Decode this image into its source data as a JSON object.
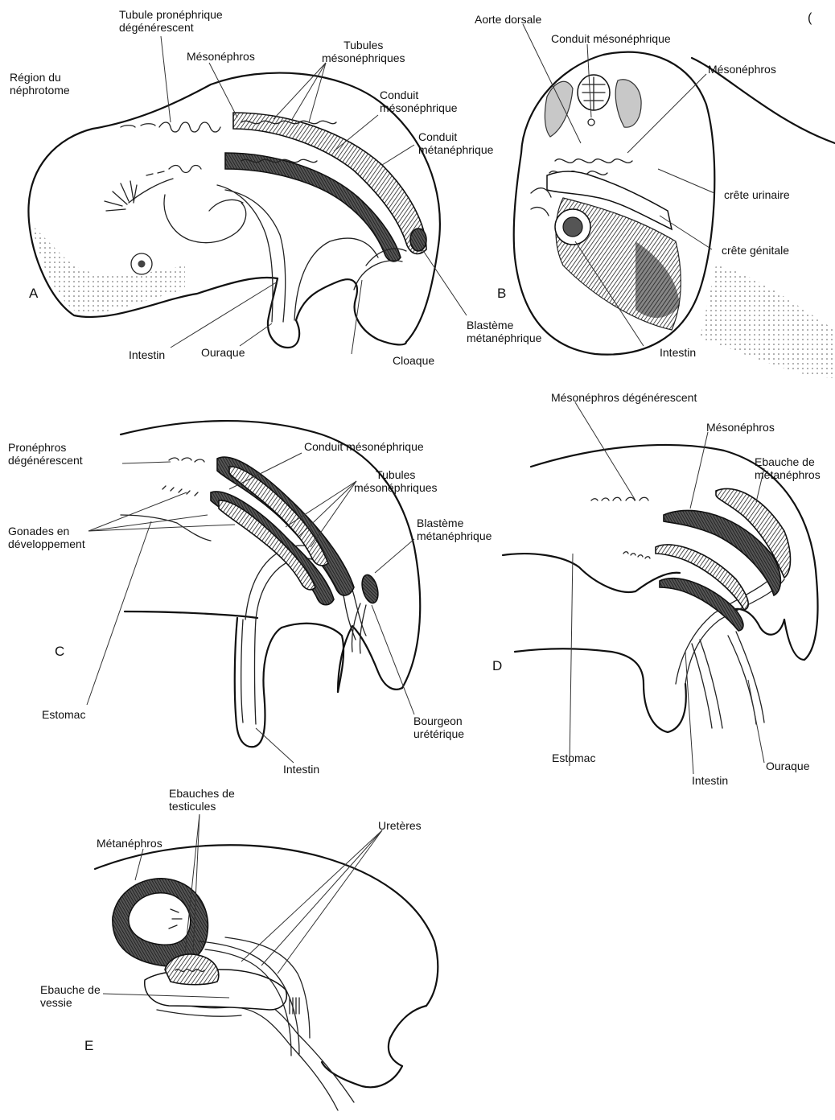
{
  "labels": {
    "tubule_pronephrique": "Tubule pronéphrique\ndégénérescent",
    "mesonephros_a": "Mésonéphros",
    "tubules_meso_a": "Tubules\nmésonéphriques",
    "region_nephrotome": "Région du\nnéphrotome",
    "conduit_meso_a": "Conduit\nmésonéphrique",
    "conduit_meta_a": "Conduit\nmétanéphrique",
    "intestin_a": "Intestin",
    "ouraque_a": "Ouraque",
    "cloaque": "Cloaque",
    "blasteme_a": "Blastème\nmétanéphrique",
    "aorte_dorsale": "Aorte dorsale",
    "conduit_meso_b": "Conduit mésonéphrique",
    "mesonephros_b": "Mésonéphros",
    "crete_urinaire": "crête urinaire",
    "crete_genitale": "crête génitale",
    "intestin_b": "Intestin",
    "pronephros_degen": "Pronéphros\ndégénérescent",
    "conduit_meso_c": "Conduit mésonéphrique",
    "tubules_meso_c": "Tubules\nmésonéphriques",
    "gonades": "Gonades en\ndéveloppement",
    "blasteme_c": "Blastème\nmétanéphrique",
    "estomac_c": "Estomac",
    "bourgeon": "Bourgeon\nurétérique",
    "intestin_c": "Intestin",
    "mesonephros_degen": "Mésonéphros dégénérescent",
    "mesonephros_d": "Mésonéphros",
    "ebauche_metanephros": "Ebauche de\nmétanéphros",
    "estomac_d": "Estomac",
    "intestin_d": "Intestin",
    "ouraque_d": "Ouraque",
    "ebauches_testicules": "Ebauches de\ntesticules",
    "metanephros_e": "Métanéphros",
    "ureteres": "Uretères",
    "ebauche_vessie": "Ebauche de\nvessie",
    "top_cutoff": "(",
    "panel_a": "A",
    "panel_b": "B",
    "panel_c": "C",
    "panel_d": "D",
    "panel_e": "E"
  }
}
